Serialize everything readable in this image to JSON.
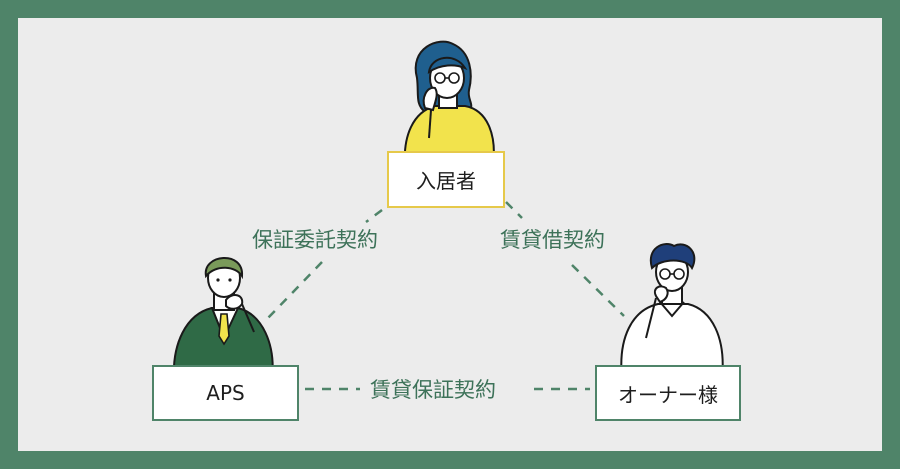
{
  "colors": {
    "frame": "#4f8469",
    "panel": "#ececec",
    "accent_green": "#3d7259",
    "tenant_yellow": "#f2e34c"
  },
  "parties": {
    "tenant": "入居者",
    "aps": "APS",
    "owner": "オーナー様"
  },
  "contracts": {
    "guarantee_trust": "保証委託契約",
    "lease": "賃貸借契約",
    "lease_guarantee": "賃貸保証契約"
  }
}
